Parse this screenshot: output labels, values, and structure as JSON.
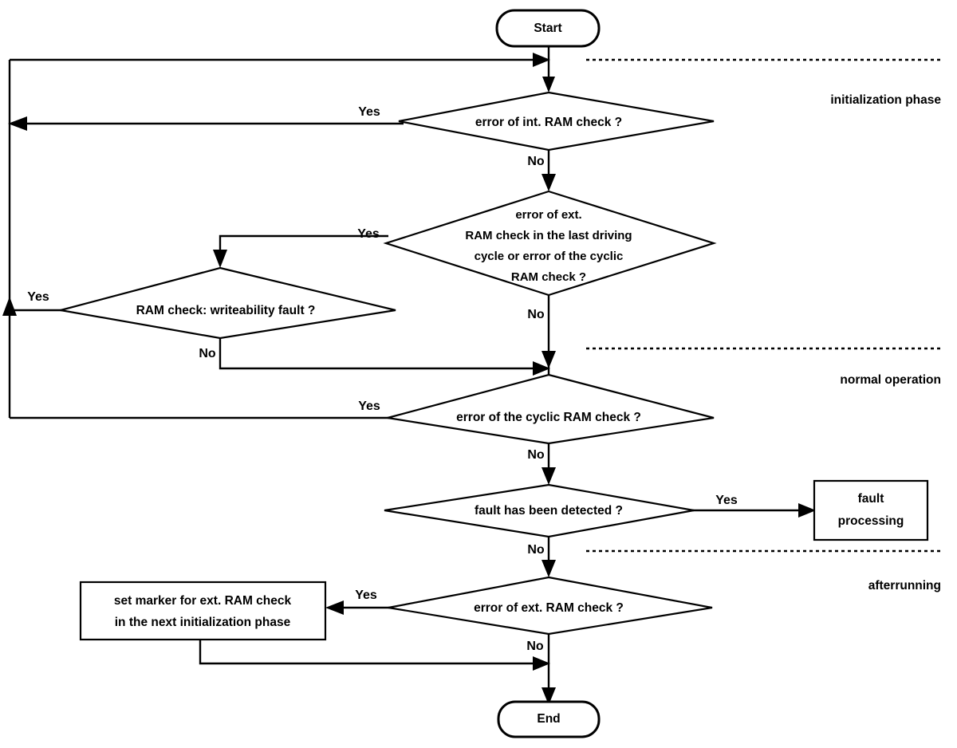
{
  "diagram": {
    "title": "RAM check flowchart",
    "background_color": "#ffffff",
    "line_color": "#000000"
  },
  "nodes": {
    "start": {
      "label": "Start",
      "shape": "terminator"
    },
    "end": {
      "label": "End",
      "shape": "terminator"
    },
    "d_int_ram": {
      "label": "error of int. RAM check ?",
      "shape": "decision"
    },
    "d_ext_ram": {
      "shape": "decision",
      "line1": "error of ext.",
      "line2": "RAM check in the last driving",
      "line3": "cycle or error of the cyclic",
      "line4": "RAM check ?"
    },
    "d_writeability": {
      "label": "RAM check: writeability fault ?",
      "shape": "decision"
    },
    "d_cyclic_ram": {
      "label": "error of the cyclic RAM check ?",
      "shape": "decision"
    },
    "d_fault_detected": {
      "label": "fault has been detected ?",
      "shape": "decision"
    },
    "d_ext_ram_after": {
      "label": "error of ext. RAM check ?",
      "shape": "decision"
    },
    "p_fault_processing": {
      "shape": "process",
      "line1": "fault",
      "line2": "processing"
    },
    "p_set_marker": {
      "shape": "process",
      "line1": "set marker for ext. RAM check",
      "line2": "in the next  initialization phase"
    }
  },
  "edge_labels": {
    "int_ram_yes": "Yes",
    "int_ram_no": "No",
    "ext_ram_yes": "Yes",
    "ext_ram_no": "No",
    "writeability_yes": "Yes",
    "writeability_no": "No",
    "cyclic_yes": "Yes",
    "cyclic_no": "No",
    "fault_yes": "Yes",
    "fault_no": "No",
    "ext_after_yes": "Yes",
    "ext_after_no": "No"
  },
  "phases": [
    {
      "name": "initialization phase"
    },
    {
      "name": "normal operation"
    },
    {
      "name": "afterrunning"
    }
  ]
}
